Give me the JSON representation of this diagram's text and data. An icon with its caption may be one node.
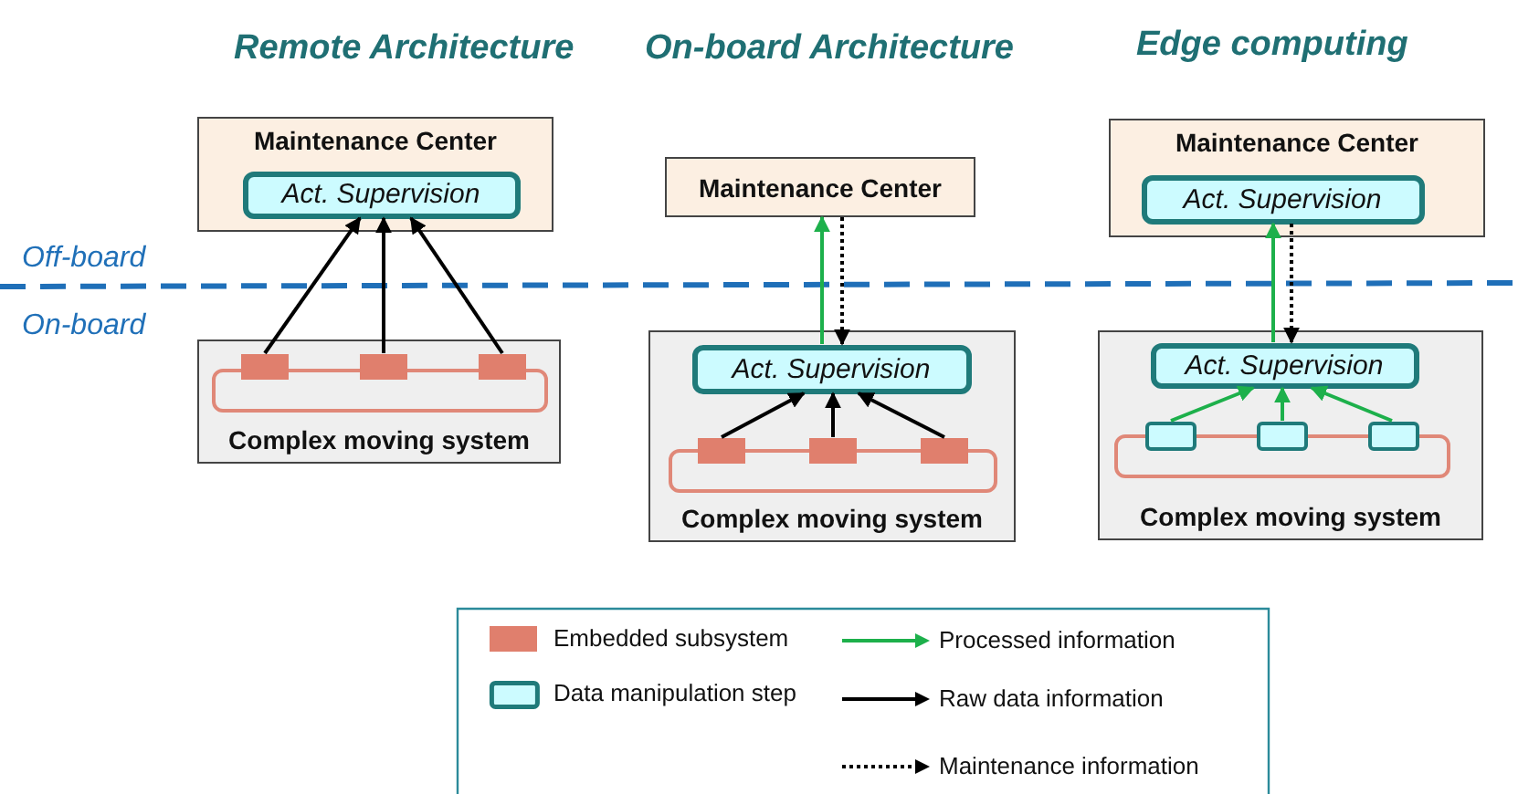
{
  "diagram": {
    "nodes": [
      {
        "text": [
          "Maintenance Center"
        ]
      },
      {
        "text": [
          "Act. Supervision"
        ],
        "in": 0
      },
      {
        "text": [
          "Complex moving system"
        ]
      },
      {
        "text": [],
        "shape": "box",
        "in": 2
      },
      {
        "text": [],
        "shape": "box",
        "in": 2
      },
      {
        "text": [],
        "shape": "box",
        "in": 2
      },
      {
        "text": [
          "Maintenance Center"
        ]
      },
      {
        "text": [
          "Complex moving system"
        ]
      },
      {
        "text": [
          "Act. Supervision"
        ],
        "in": 7
      },
      {
        "text": [],
        "shape": "box",
        "in": 7
      },
      {
        "text": [],
        "shape": "box",
        "in": 7
      },
      {
        "text": [],
        "shape": "box",
        "in": 7
      },
      {
        "text": [
          "Maintenance Center"
        ]
      },
      {
        "text": [
          "Act. Supervision"
        ],
        "in": 12
      },
      {
        "text": [
          "Complex moving system"
        ]
      },
      {
        "text": [
          "Act. Supervision"
        ],
        "in": 14
      },
      {
        "text": [],
        "shape": "box",
        "in": 14
      },
      {
        "text": [],
        "shape": "box",
        "in": 14
      },
      {
        "text": [],
        "shape": "box",
        "in": 14
      },
      {
        "text": [],
        "shape": "box",
        "in": 2
      },
      {
        "text": [],
        "shape": "box",
        "in": 7
      },
      {
        "text": [],
        "shape": "box",
        "in": 14
      }
    ],
    "edges": [
      {
        "from": 3,
        "to": 1,
        "arrow": "to"
      },
      {
        "from": 4,
        "to": 1,
        "arrow": "to"
      },
      {
        "from": 5,
        "to": 1,
        "arrow": "to"
      },
      {
        "from": 9,
        "to": 8,
        "arrow": "to"
      },
      {
        "from": 10,
        "to": 8,
        "arrow": "to"
      },
      {
        "from": 11,
        "to": 8,
        "arrow": "to"
      },
      {
        "from": 8,
        "to": 6,
        "arrow": "to",
        "color": "#1db04b"
      },
      {
        "from": 6,
        "to": 8,
        "arrow": "to",
        "style": "dashed"
      },
      {
        "from": 16,
        "to": 15,
        "arrow": "to",
        "color": "#1db04b"
      },
      {
        "from": 17,
        "to": 15,
        "arrow": "to",
        "color": "#1db04b"
      },
      {
        "from": 18,
        "to": 15,
        "arrow": "to",
        "color": "#1db04b"
      },
      {
        "from": 15,
        "to": 13,
        "arrow": "to",
        "color": "#1db04b"
      },
      {
        "from": 13,
        "to": 15,
        "arrow": "to",
        "style": "dashed"
      }
    ],
    "labels": [
      "Remote Architecture",
      "On-board Architecture",
      "Edge computing",
      "Off-board",
      "On-board"
    ],
    "legend": [
      {
        "text": "Embedded subsystem",
        "color": "#e07f6d"
      },
      {
        "text": "Data manipulation step"
      },
      {
        "text": "Processed information"
      },
      {
        "text": "Raw data information"
      },
      {
        "text": "Maintenance information"
      }
    ]
  }
}
